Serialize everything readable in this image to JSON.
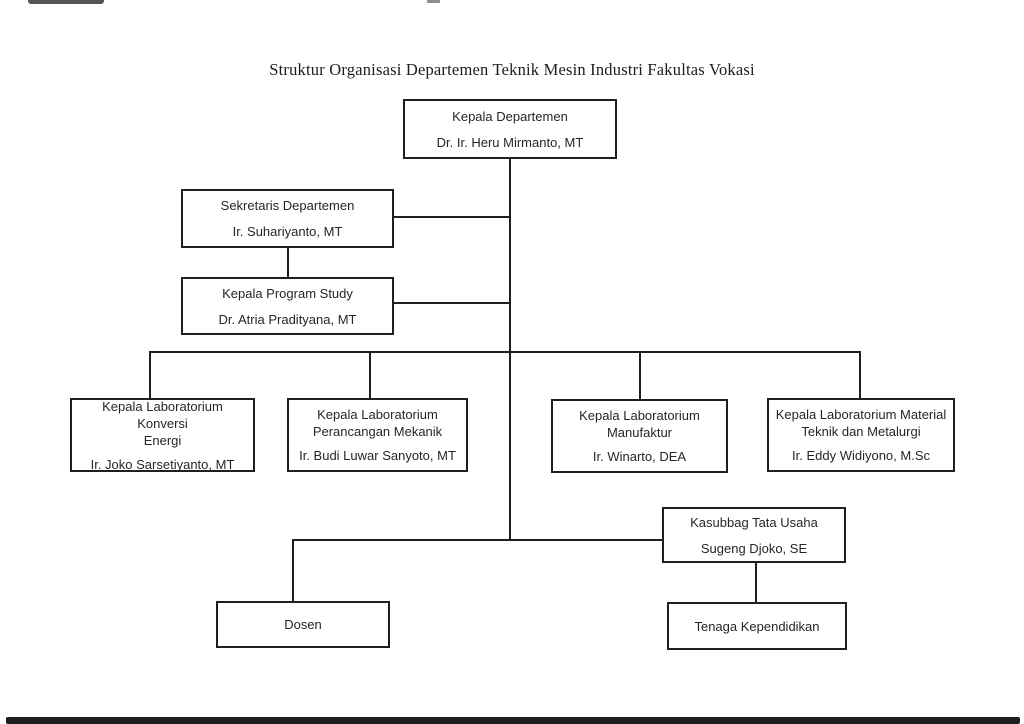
{
  "colors": {
    "background": "#ffffff",
    "line": "#1f1f1f",
    "text": "#262626"
  },
  "title": "Struktur Organisasi Departemen Teknik Mesin Industri Fakultas Vokasi",
  "org_chart": {
    "type": "org-tree",
    "nodes": {
      "kepala_departemen": {
        "role": "Kepala Departemen",
        "name": "Dr. Ir. Heru Mirmanto, MT"
      },
      "sekretaris_departemen": {
        "role": "Sekretaris Departemen",
        "name": "Ir. Suhariyanto, MT"
      },
      "kepala_program_study": {
        "role": "Kepala Program Study",
        "name": "Dr. Atria Pradityana, MT"
      },
      "lab_konversi_energi": {
        "role": "Kepala Laboratorium Konversi\nEnergi",
        "name": "Ir. Joko Sarsetiyanto, MT"
      },
      "lab_perancangan_mekanik": {
        "role": "Kepala Laboratorium\nPerancangan Mekanik",
        "name": "Ir. Budi Luwar Sanyoto, MT"
      },
      "lab_manufaktur": {
        "role": "Kepala Laboratorium\nManufaktur",
        "name": "Ir. Winarto, DEA"
      },
      "lab_material_metalurgi": {
        "role": "Kepala Laboratorium Material\nTeknik dan Metalurgi",
        "name": "Ir. Eddy Widiyono, M.Sc"
      },
      "kasubbag_tata_usaha": {
        "role": "Kasubbag Tata Usaha",
        "name": "Sugeng Djoko, SE"
      },
      "dosen": {
        "role": "Dosen"
      },
      "tenaga_kependidikan": {
        "role": "Tenaga Kependidikan"
      }
    },
    "edges": [
      [
        "kepala_departemen",
        "sekretaris_departemen"
      ],
      [
        "kepala_departemen",
        "kepala_program_study"
      ],
      [
        "kepala_departemen",
        "lab_konversi_energi"
      ],
      [
        "kepala_departemen",
        "lab_perancangan_mekanik"
      ],
      [
        "kepala_departemen",
        "lab_manufaktur"
      ],
      [
        "kepala_departemen",
        "lab_material_metalurgi"
      ],
      [
        "kepala_departemen",
        "kasubbag_tata_usaha"
      ],
      [
        "kepala_departemen",
        "dosen"
      ],
      [
        "kasubbag_tata_usaha",
        "tenaga_kependidikan"
      ]
    ]
  }
}
